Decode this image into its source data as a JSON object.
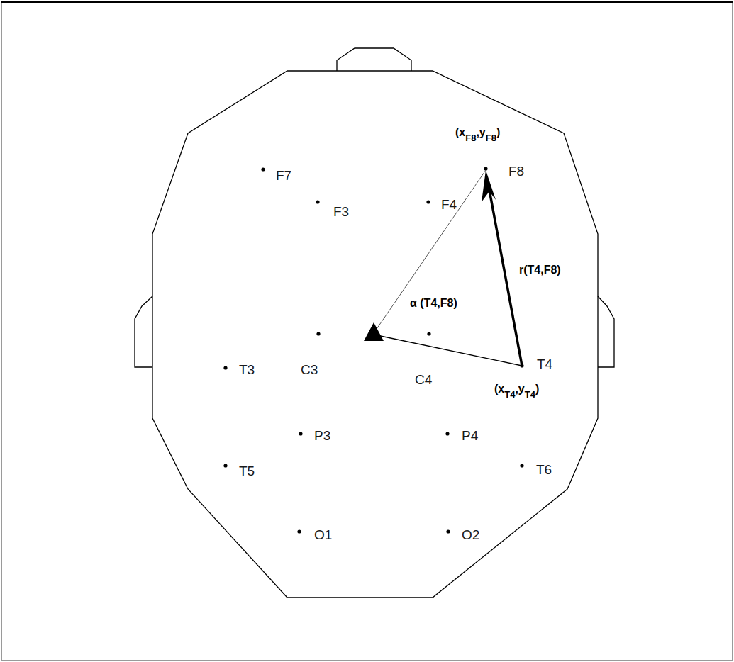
{
  "diagram": {
    "labels": [
      "(x",
      "F8",
      ",y",
      "F8",
      ")",
      "F8",
      "F7",
      "F3",
      "F4",
      "r(T4,F8)",
      "α (T4,F8)",
      "T3",
      "C3",
      "C4",
      "T4",
      "(x",
      "T4",
      ",y",
      "T4",
      ")",
      "P3",
      "P4",
      "T5",
      "T6",
      "O1",
      "O2"
    ]
  }
}
